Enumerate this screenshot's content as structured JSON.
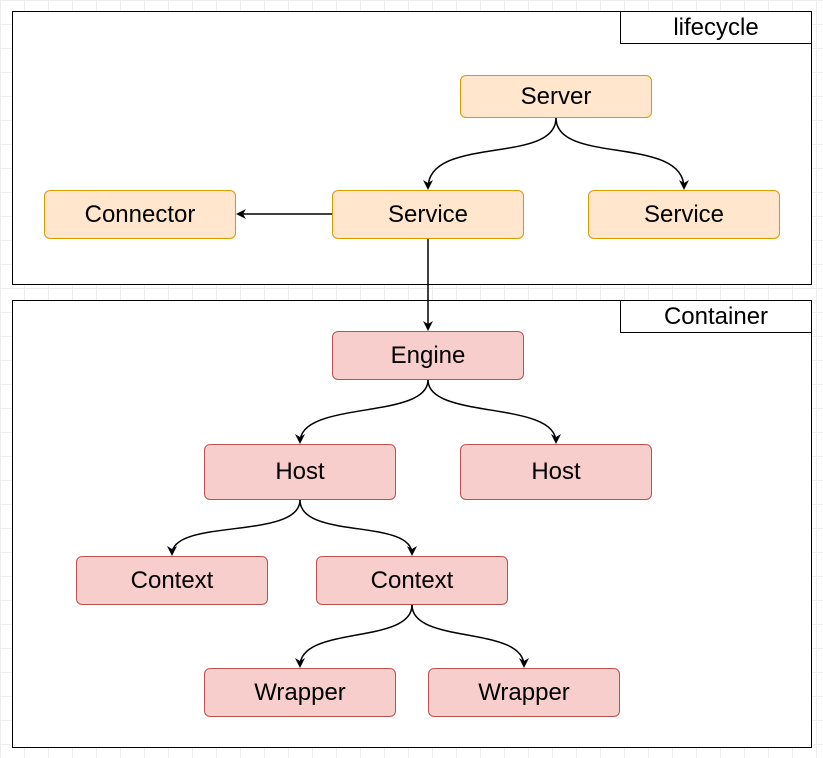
{
  "groups": {
    "lifecycle": {
      "label": "lifecycle"
    },
    "container": {
      "label": "Container"
    }
  },
  "nodes": {
    "server": "Server",
    "service_main": "Service",
    "service_right": "Service",
    "connector": "Connector",
    "engine": "Engine",
    "host_left": "Host",
    "host_right": "Host",
    "context_left": "Context",
    "context_right": "Context",
    "wrapper_left": "Wrapper",
    "wrapper_right": "Wrapper"
  },
  "colors": {
    "lifecycle_fill": "#ffe6cc",
    "lifecycle_stroke": "#d79b00",
    "container_fill": "#f8cecc",
    "container_stroke": "#b85450"
  }
}
